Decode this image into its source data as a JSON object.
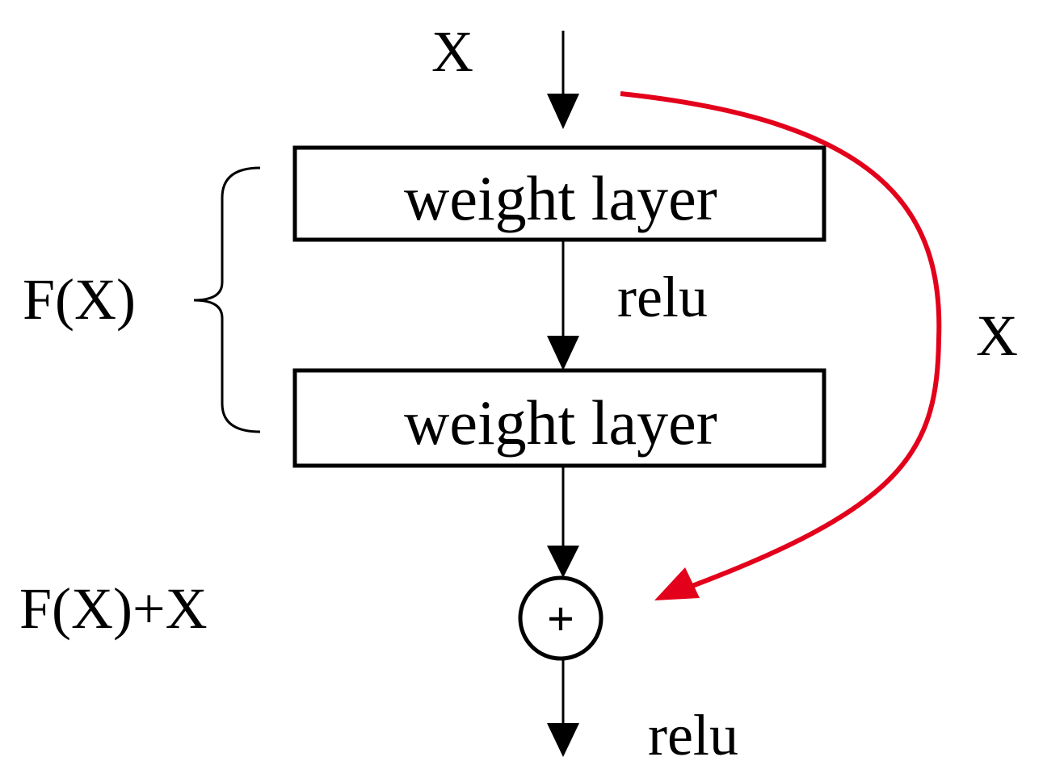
{
  "diagram": {
    "input_label": "X",
    "layer1_label": "weight layer",
    "relu_mid_label": "relu",
    "layer2_label": "weight layer",
    "residual_label": "F(X)",
    "skip_label": "X",
    "sum_label": "F(X)+X",
    "sum_symbol": "+",
    "relu_out_label": "relu"
  },
  "colors": {
    "line": "#000000",
    "skip_connection": "#e3001b",
    "background": "#ffffff"
  }
}
